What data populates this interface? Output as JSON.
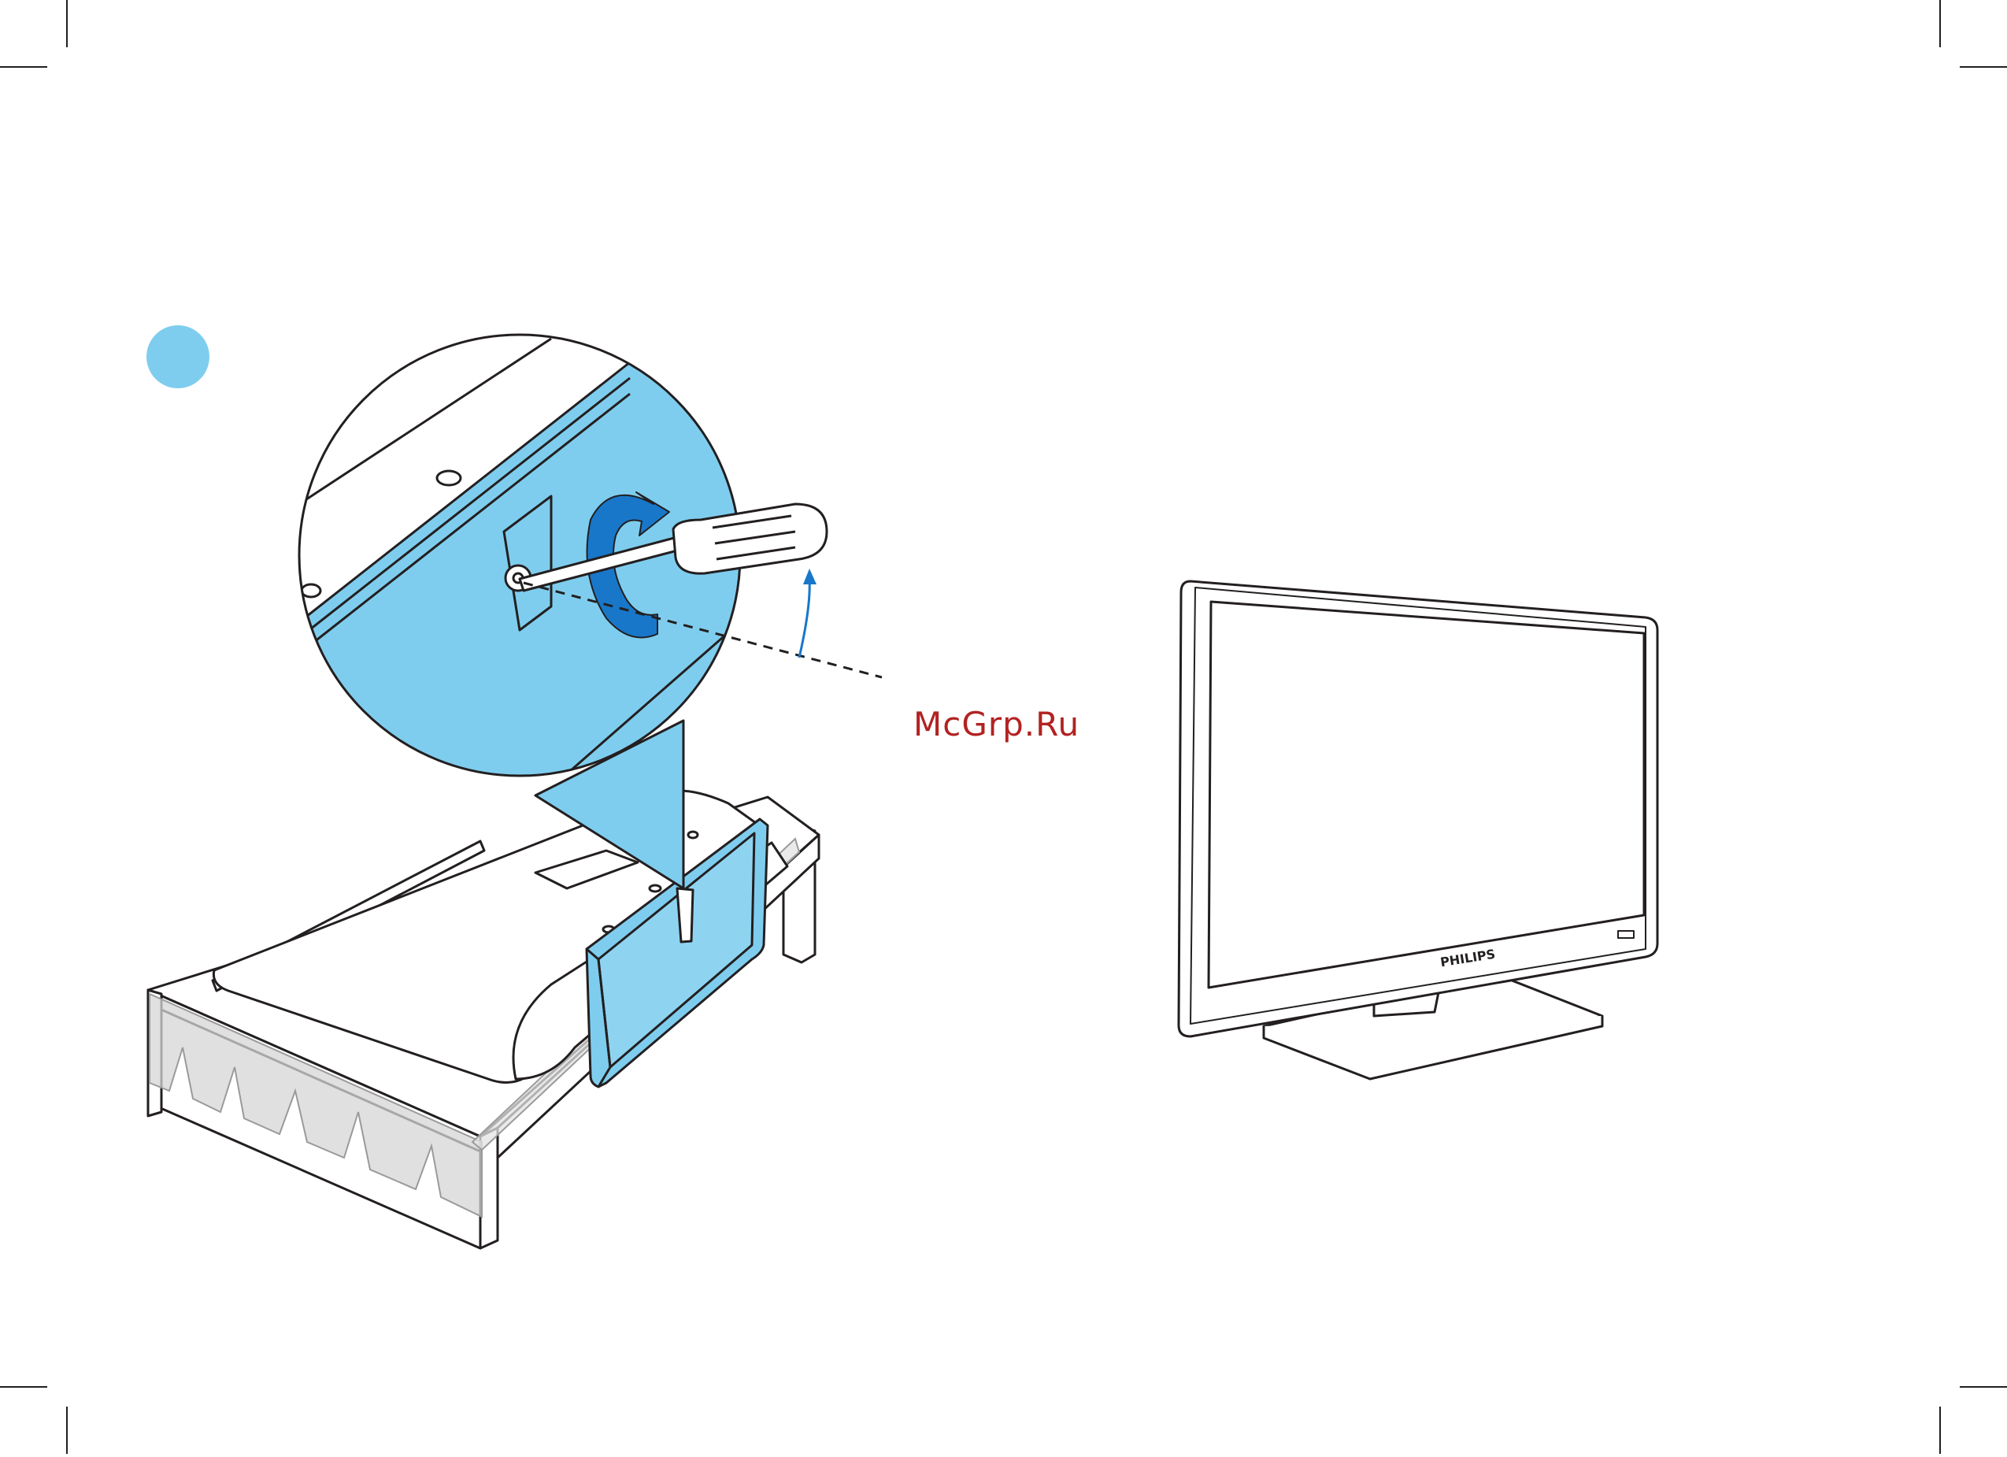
{
  "page": {
    "background": "#ffffff",
    "accent_blue": "#7fcdee",
    "arrow_blue": "#1877c9",
    "line_color": "#231f20",
    "watermark_color": "#b22222"
  },
  "step_marker": {
    "shape": "filled-circle",
    "color": "#7fcdee"
  },
  "tv": {
    "brand_label": "PHILIPS"
  },
  "watermark": {
    "text": "McGrp.Ru"
  },
  "icons": [
    "rotate-arrow-icon",
    "screwdriver-icon",
    "curved-arrow-icon"
  ]
}
